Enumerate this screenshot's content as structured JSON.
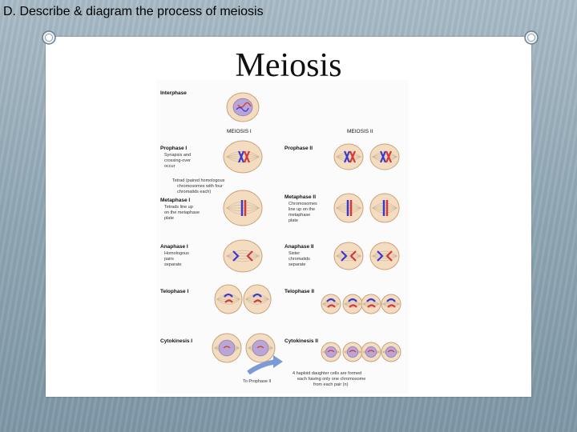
{
  "slide": {
    "caption": "D. Describe & diagram the process of meiosis",
    "title": "Meiosis"
  },
  "diagram": {
    "left_labels": {
      "interphase": "Interphase",
      "prophase1": "Prophase I",
      "prophase1_desc": [
        "Synapsis and",
        "crossing-over",
        "occur"
      ],
      "tetrad": [
        "Tetrad (paired homologous",
        "chromosomes with four",
        "chromatids each)"
      ],
      "metaphase1": "Metaphase I",
      "metaphase1_desc": [
        "Tetrads line up",
        "on the metaphase",
        "plate"
      ],
      "anaphase1": "Anaphase I",
      "anaphase1_desc": [
        "Homologous",
        "pairs",
        "separate"
      ],
      "telophase1": "Telophase I",
      "cytokinesis1": "Cytokinesis I"
    },
    "right_labels": {
      "prophase2": "Prophase II",
      "metaphase2": "Metaphase II",
      "metaphase2_desc": [
        "Chromosomes",
        "line up on the",
        "metaphase",
        "plate"
      ],
      "anaphase2": "Anaphase II",
      "anaphase2_desc": [
        "Sister",
        "chromatids",
        "separate"
      ],
      "telophase2": "Telophase II",
      "cytokinesis2": "Cytokinesis II"
    },
    "headers": {
      "meiosis1": "MEIOSIS I",
      "meiosis2": "MEIOSIS II"
    },
    "footer": {
      "to_prophase2": "To Prophase II",
      "result": [
        "4 haploid daughter cells are formed",
        "each having only one chromosome",
        "from each pair (n)"
      ]
    },
    "colors": {
      "cell_fill": "#f3dcc0",
      "cell_stroke": "#c9a27a",
      "nucleus": "#b9a6d6",
      "chrom_blue": "#3a3ad0",
      "chrom_red": "#d23a3a",
      "arrow": "#7a9ad8"
    }
  }
}
